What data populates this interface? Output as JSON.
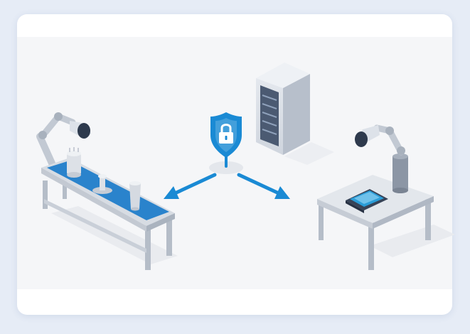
{
  "diagram": {
    "nodes": [
      {
        "id": "production-line",
        "icon": "robot-arm-conveyor-icon"
      },
      {
        "id": "server",
        "icon": "server-rack-icon"
      },
      {
        "id": "security",
        "icon": "shield-lock-icon"
      },
      {
        "id": "inspection-station",
        "icon": "robot-arm-table-icon"
      }
    ],
    "edges": [
      {
        "from": "security",
        "to": "production-line"
      },
      {
        "from": "security",
        "to": "inspection-station"
      }
    ]
  },
  "colors": {
    "accent": "#1a8ad4",
    "belt": "#2a83cc",
    "metal": "#c9cfd8",
    "server_dark": "#4b5a72",
    "background": "#f5f6f8"
  }
}
